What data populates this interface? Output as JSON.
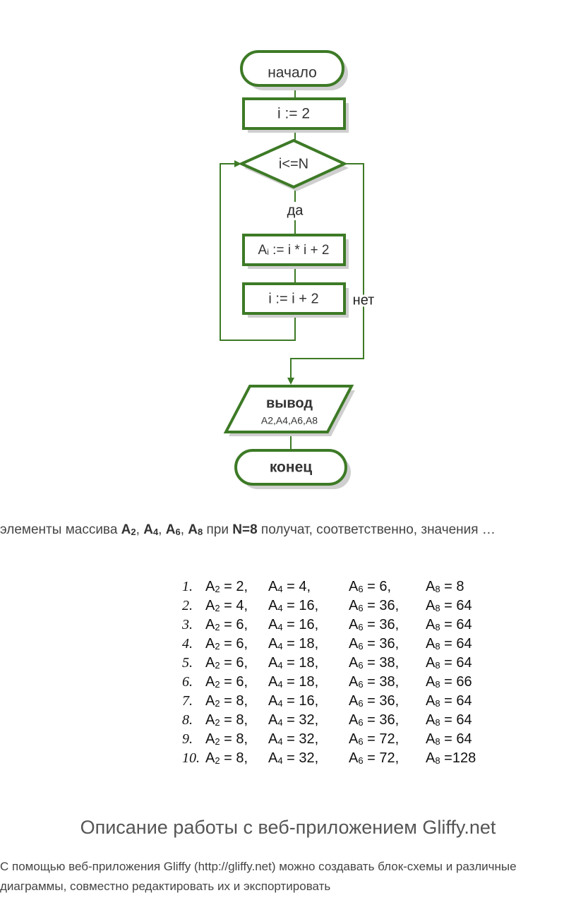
{
  "flowchart": {
    "start_label": "начало",
    "init_label": "i := 2",
    "condition_label": "i<=N",
    "yes_label": "да",
    "no_label": "нет",
    "assign_prefix": "A",
    "assign_sub": "i",
    "assign_rest": " := i * i + 2",
    "increment_label": "i := i + 2",
    "output_label": "вывод",
    "output_values": "A2,A4,A6,A8",
    "end_label": "конец",
    "colors": {
      "stroke": "#3d7a26",
      "shadow": "#cfcfcf",
      "line": "#3d7a26"
    }
  },
  "question": {
    "text_start": "элементы массива ",
    "elem1": "A",
    "elem1_sub": "2",
    "sep1": ", ",
    "elem2": "A",
    "elem2_sub": "4",
    "sep2": ", ",
    "elem3": "A",
    "elem3_sub": "6",
    "sep3": ", ",
    "elem4": "A",
    "elem4_sub": "8",
    "text_middle": " при ",
    "condition": "N=8",
    "text_end": " получат, соответственно, значения …"
  },
  "answers": [
    {
      "num": "1.",
      "a2": "= 2,",
      "a4": "= 4,",
      "a6": "= 6,",
      "a8": "= 8"
    },
    {
      "num": "2.",
      "a2": "= 4,",
      "a4": "= 16,",
      "a6": "= 36,",
      "a8": "= 64"
    },
    {
      "num": "3.",
      "a2": "= 6,",
      "a4": "= 16,",
      "a6": "= 36,",
      "a8": "= 64"
    },
    {
      "num": "4.",
      "a2": "= 6,",
      "a4": "= 18,",
      "a6": "= 36,",
      "a8": "= 64"
    },
    {
      "num": "5.",
      "a2": "= 6,",
      "a4": "= 18,",
      "a6": "= 38,",
      "a8": "= 64"
    },
    {
      "num": "6.",
      "a2": "= 6,",
      "a4": "= 18,",
      "a6": "= 38,",
      "a8": "= 66"
    },
    {
      "num": "7.",
      "a2": "= 8,",
      "a4": "= 16,",
      "a6": "= 36,",
      "a8": "= 64"
    },
    {
      "num": "8.",
      "a2": "= 8,",
      "a4": "= 32,",
      "a6": "= 36,",
      "a8": "= 64"
    },
    {
      "num": "9.",
      "a2": "= 8,",
      "a4": "= 32,",
      "a6": "= 72,",
      "a8": "= 64"
    },
    {
      "num": "10.",
      "a2": "= 8,",
      "a4": "= 32,",
      "a6": "= 72,",
      "a8": "=128"
    }
  ],
  "answer_letter": "A",
  "answer_subs": [
    "2",
    "4",
    "6",
    "8"
  ],
  "section_title": "Описание работы с веб-приложением Gliffy.net",
  "paragraph": "С помощью веб-приложения Gliffy (http://gliffy.net) можно создавать блок-схемы и различные диаграммы, совместно редактировать их и экспортировать"
}
